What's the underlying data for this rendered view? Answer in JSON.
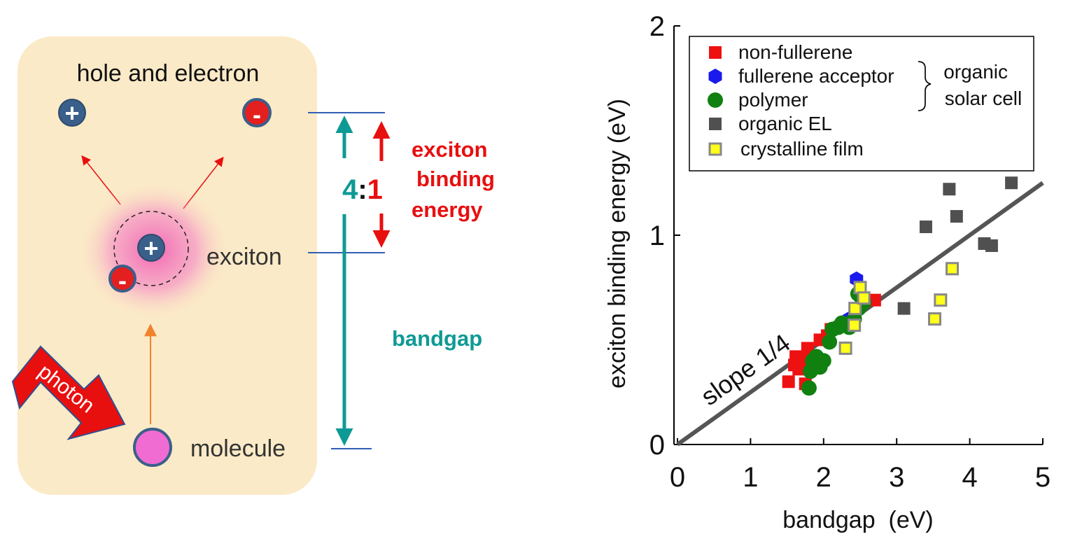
{
  "diagram": {
    "labels": {
      "hole_and_electron": "hole and electron",
      "exciton": "exciton",
      "molecule": "molecule",
      "photon": "photon",
      "ratio_left": "4",
      "ratio_sep": ":",
      "ratio_right": "1",
      "exciton_binding_energy": [
        "exciton",
        "binding",
        "energy"
      ],
      "bandgap": "bandgap",
      "hole_sign": "+",
      "electron_sign": "-"
    },
    "colors": {
      "panel_bg": "#fbeac7",
      "hole": "#3a5f8a",
      "electron": "#e41f1f",
      "teal": "#0e9a94",
      "red": "#e80f0f",
      "level_line": "#2f5fb5",
      "photon_arrow": "#e80f0f",
      "excite_arrow": "#f0832a",
      "molecule": "#f06bd2",
      "glow": "#f26bb7"
    }
  },
  "chart_data": {
    "type": "scatter",
    "xlabel": "bandgap  (eV)",
    "ylabel": "exciton binding energy (eV)",
    "xlim": [
      0,
      5
    ],
    "ylim": [
      0,
      2
    ],
    "xticks": [
      "0",
      "1",
      "2",
      "3",
      "4",
      "5"
    ],
    "yticks": [
      "0",
      "1",
      "2"
    ],
    "grid": false,
    "legend_position": "top-left",
    "group_label": [
      "organic",
      "solar cell"
    ],
    "fit_line": {
      "label": "slope 1/4",
      "x": [
        0,
        5
      ],
      "y": [
        0,
        1.25
      ],
      "color": "#555555"
    },
    "series": [
      {
        "name": "non-fullerene",
        "marker": "square",
        "color": "#ee1111",
        "points": [
          [
            1.52,
            0.3
          ],
          [
            1.6,
            0.38
          ],
          [
            1.62,
            0.42
          ],
          [
            1.66,
            0.36
          ],
          [
            1.72,
            0.4
          ],
          [
            1.78,
            0.46
          ],
          [
            1.75,
            0.29
          ],
          [
            1.95,
            0.5
          ],
          [
            2.05,
            0.52
          ],
          [
            2.1,
            0.55
          ],
          [
            2.7,
            0.69
          ]
        ]
      },
      {
        "name": "fullerene acceptor",
        "marker": "hexagon",
        "color": "#1a1aee",
        "points": [
          [
            2.3,
            0.57
          ],
          [
            2.35,
            0.6
          ],
          [
            2.45,
            0.79
          ]
        ]
      },
      {
        "name": "polymer",
        "marker": "circle",
        "color": "#108010",
        "points": [
          [
            1.8,
            0.27
          ],
          [
            1.82,
            0.35
          ],
          [
            1.85,
            0.4
          ],
          [
            1.9,
            0.42
          ],
          [
            1.95,
            0.37
          ],
          [
            2.0,
            0.4
          ],
          [
            2.08,
            0.49
          ],
          [
            2.12,
            0.55
          ],
          [
            2.2,
            0.56
          ],
          [
            2.25,
            0.58
          ],
          [
            2.35,
            0.56
          ],
          [
            2.42,
            0.6
          ],
          [
            2.48,
            0.65
          ],
          [
            2.52,
            0.7
          ],
          [
            2.55,
            0.68
          ],
          [
            2.47,
            0.72
          ]
        ]
      },
      {
        "name": "organic EL",
        "marker": "square",
        "color": "#505050",
        "points": [
          [
            3.1,
            0.65
          ],
          [
            3.4,
            1.04
          ],
          [
            3.72,
            1.22
          ],
          [
            3.82,
            1.09
          ],
          [
            4.2,
            0.96
          ],
          [
            4.3,
            0.95
          ],
          [
            4.57,
            1.25
          ]
        ]
      },
      {
        "name": "crystalline film",
        "marker": "square-open",
        "color": "#ffff1a",
        "points": [
          [
            2.3,
            0.46
          ],
          [
            2.42,
            0.57
          ],
          [
            2.43,
            0.65
          ],
          [
            2.5,
            0.75
          ],
          [
            2.55,
            0.7
          ],
          [
            3.52,
            0.6
          ],
          [
            3.6,
            0.69
          ],
          [
            3.76,
            0.84
          ]
        ]
      }
    ]
  }
}
